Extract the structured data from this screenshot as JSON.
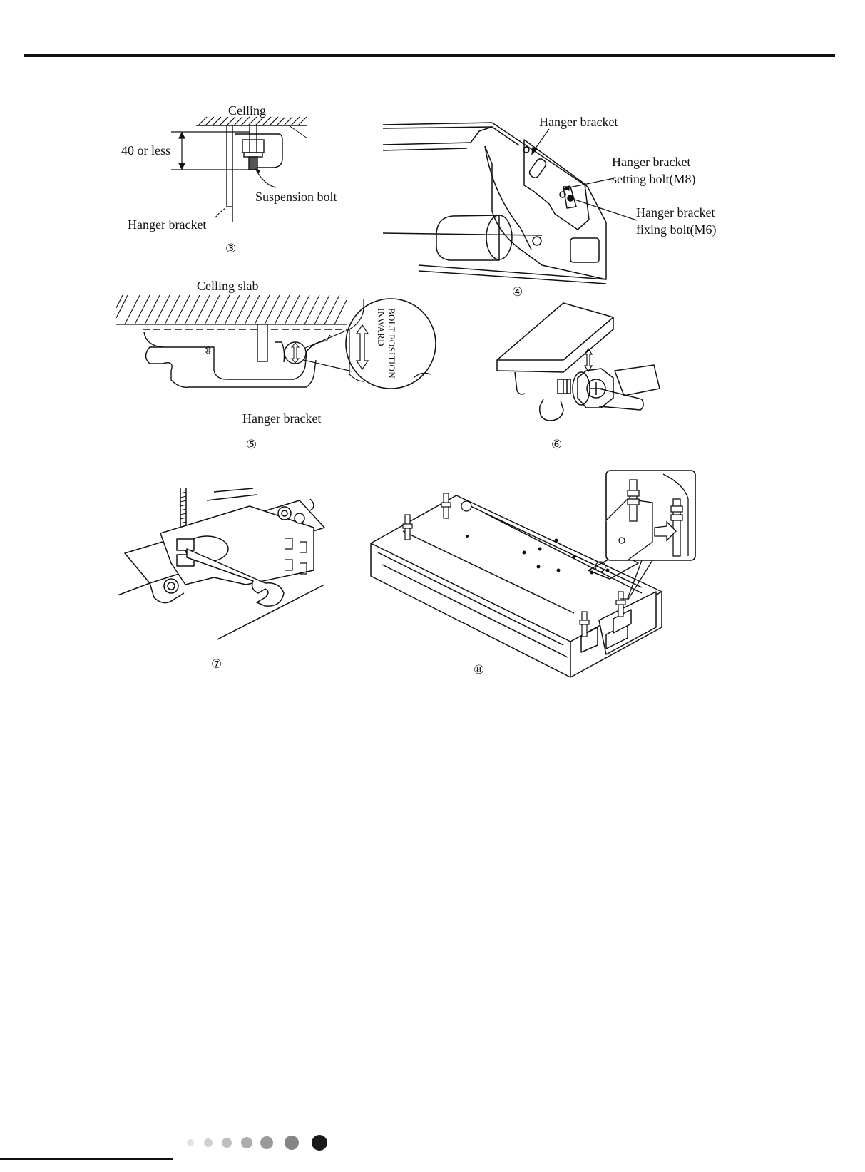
{
  "fig3": {
    "number": "③",
    "ceiling": "Celling",
    "dimension": "40 or less",
    "suspension_bolt": "Suspension bolt",
    "hanger_bracket": "Hanger bracket"
  },
  "fig4": {
    "number": "④",
    "hanger_bracket": "Hanger bracket",
    "setting_bolt_line1": "Hanger bracket",
    "setting_bolt_line2": "setting bolt(M8)",
    "fixing_bolt_line1": "Hanger bracket",
    "fixing_bolt_line2": "fixing bolt(M6)"
  },
  "fig5": {
    "number": "⑤",
    "ceiling_slab": "Celling slab",
    "bolt_position_line1": "BOLT POSITION",
    "bolt_position_line2": "INWARD",
    "hanger_bracket": "Hanger bracket"
  },
  "fig6": {
    "number": "⑥"
  },
  "fig7": {
    "number": "⑦"
  },
  "fig8": {
    "number": "⑧"
  },
  "footer": {
    "dot_colors": [
      "#e2e2e2",
      "#d0d0d0",
      "#bfbfbf",
      "#adadad",
      "#9a9a9a",
      "#858585",
      "#1a1a1a"
    ]
  }
}
